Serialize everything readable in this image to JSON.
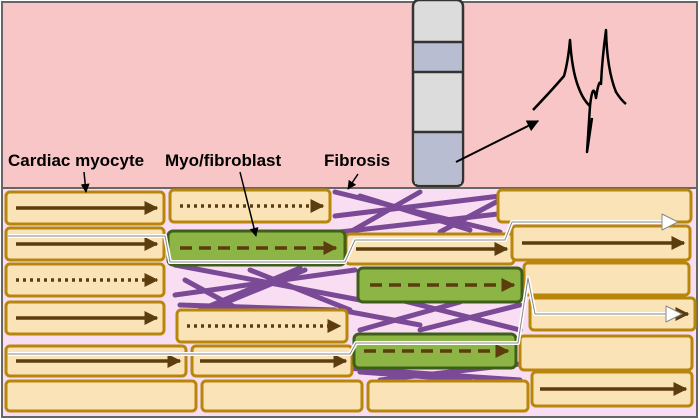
{
  "labels": {
    "myocyte": "Cardiac myocyte",
    "fibroblast": "Myo/fibroblast",
    "fibrosis": "Fibrosis"
  },
  "colors": {
    "background_top": "#f8c6c6",
    "background_tissue": "#f9ddf3",
    "myocyte_fill": "#fbe3b8",
    "myocyte_stroke": "#b8860b",
    "fibroblast_fill": "#8db546",
    "fibroblast_stroke": "#3e5f1a",
    "fibrosis_line": "#7b4a96",
    "arrow_color": "#5c3d0e",
    "electrode_fill": "#dcdcdc",
    "electrode_blue": "#b9bdd1",
    "propagation_path": "#ffffff"
  },
  "icons": {
    "electrode": "recording-electrode-icon",
    "signal": "electrogram-trace-icon"
  }
}
